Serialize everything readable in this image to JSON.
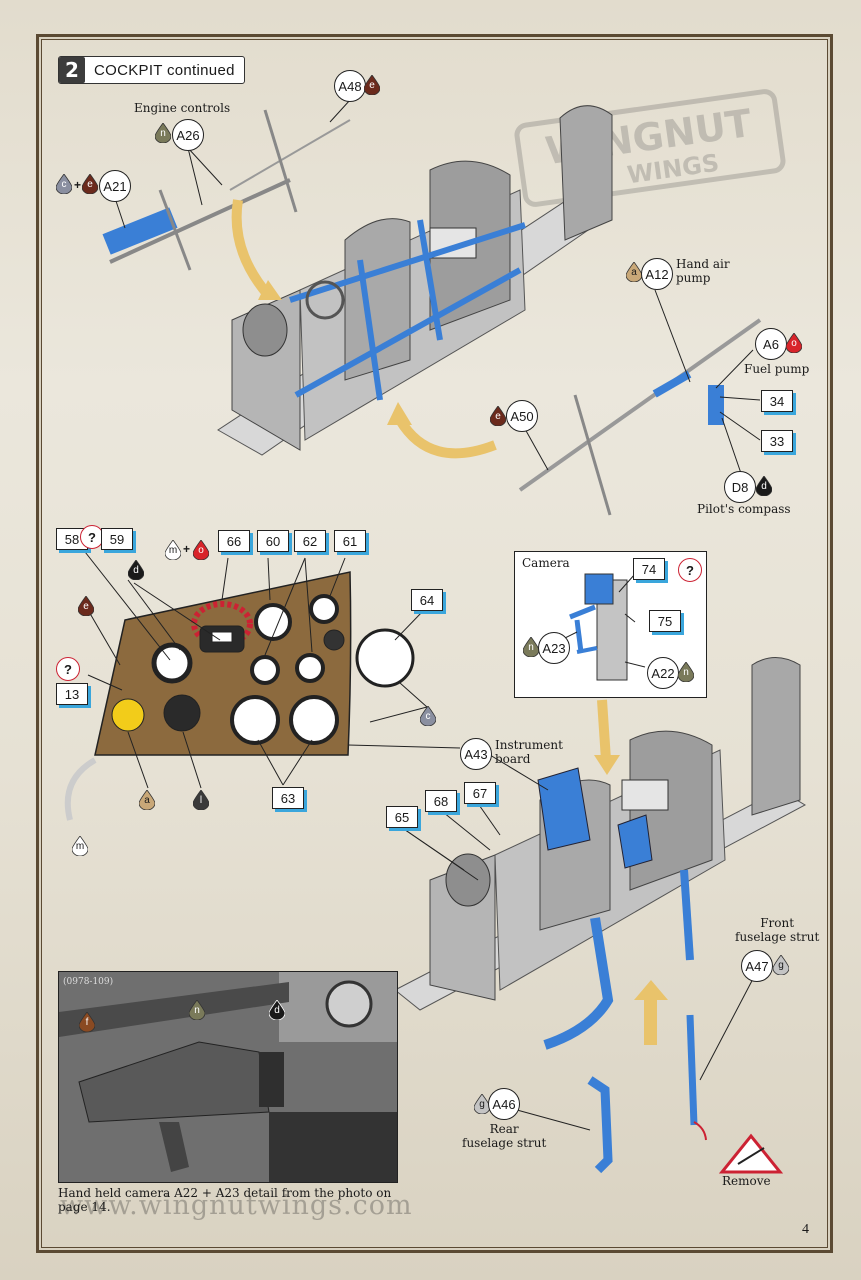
{
  "step": {
    "number": "2",
    "title": "COCKPIT continued"
  },
  "labels": {
    "engine_controls": "Engine controls",
    "hand_air_pump": "Hand air\npump",
    "fuel_pump": "Fuel pump",
    "pilots_compass": "Pilot's compass",
    "camera": "Camera",
    "instrument_board": "Instrument\nboard",
    "front_fuselage_strut": "Front\nfuselage strut",
    "rear_fuselage_strut": "Rear\nfuselage strut",
    "remove": "Remove"
  },
  "parts": {
    "A48": "A48",
    "A26": "A26",
    "A21": "A21",
    "A12": "A12",
    "A6": "A6",
    "A50": "A50",
    "D8": "D8",
    "A43": "A43",
    "A23": "A23",
    "A22": "A22",
    "A47": "A47",
    "A46": "A46"
  },
  "decals": {
    "d34": "34",
    "d33": "33",
    "d58": "58",
    "d59": "59",
    "d66": "66",
    "d60": "60",
    "d62": "62",
    "d61": "61",
    "d64": "64",
    "d13": "13",
    "d63": "63",
    "d74": "74",
    "d75": "75",
    "d65": "65",
    "d68": "68",
    "d67": "67"
  },
  "paints": {
    "e": "e",
    "n": "n",
    "c": "c",
    "a": "a",
    "o": "o",
    "d": "d",
    "m": "m",
    "l": "l",
    "g": "g",
    "f": "f"
  },
  "paint_colors": {
    "e": "#6b2a1c",
    "n": "#7a7a5a",
    "c": "#8a8fa0",
    "a": "#c9a878",
    "o": "#d8242a",
    "d": "#1a1a1a",
    "m": "#ffffff",
    "l": "#3a3a3a",
    "g": "#c4c4c4",
    "f": "#8a4a22"
  },
  "unknown_mark": "?",
  "photo": {
    "tag": "(0978-109)"
  },
  "caption": {
    "text": "Hand held camera A22 + A23 detail from the photo on page 14."
  },
  "watermark": {
    "logo_text": "WINGNUT WINGS",
    "url": "www.wingnutwings.com"
  },
  "page_number": "4",
  "accent_colors": {
    "part_highlight": "#3a7fd6",
    "frame": "#5b4a33",
    "arrow": "#e9c36b",
    "instrument_board": "#8c6a3e"
  }
}
